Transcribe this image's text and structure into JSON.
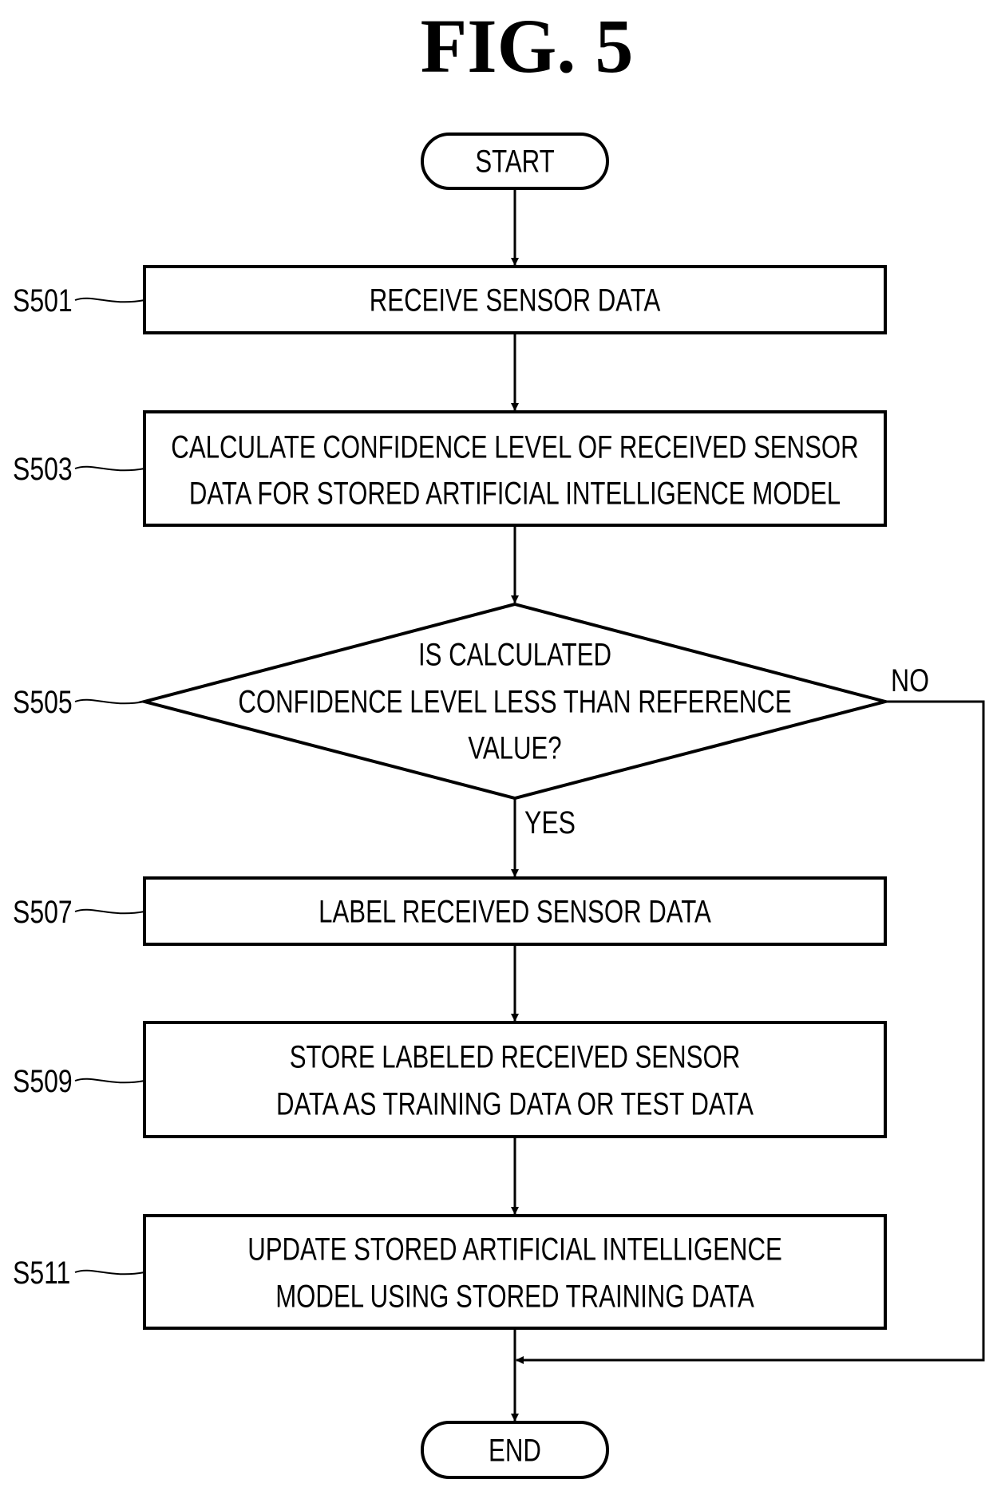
{
  "figure": {
    "title": "FIG. 5"
  },
  "nodes": {
    "start": {
      "label": "START"
    },
    "s501": {
      "step": "S501",
      "lines": [
        "RECEIVE SENSOR DATA"
      ]
    },
    "s503": {
      "step": "S503",
      "lines": [
        "CALCULATE CONFIDENCE LEVEL OF RECEIVED SENSOR",
        "DATA FOR STORED ARTIFICIAL INTELLIGENCE MODEL"
      ]
    },
    "s505": {
      "step": "S505",
      "lines": [
        "IS CALCULATED",
        "CONFIDENCE LEVEL LESS THAN REFERENCE",
        "VALUE?"
      ]
    },
    "s507": {
      "step": "S507",
      "lines": [
        "LABEL RECEIVED SENSOR DATA"
      ]
    },
    "s509": {
      "step": "S509",
      "lines": [
        "STORE LABELED RECEIVED SENSOR",
        "DATA AS TRAINING DATA OR TEST DATA"
      ]
    },
    "s511": {
      "step": "S511",
      "lines": [
        "UPDATE STORED ARTIFICIAL INTELLIGENCE",
        "MODEL USING STORED TRAINING DATA"
      ]
    },
    "end": {
      "label": "END"
    }
  },
  "branches": {
    "yes": "YES",
    "no": "NO"
  }
}
